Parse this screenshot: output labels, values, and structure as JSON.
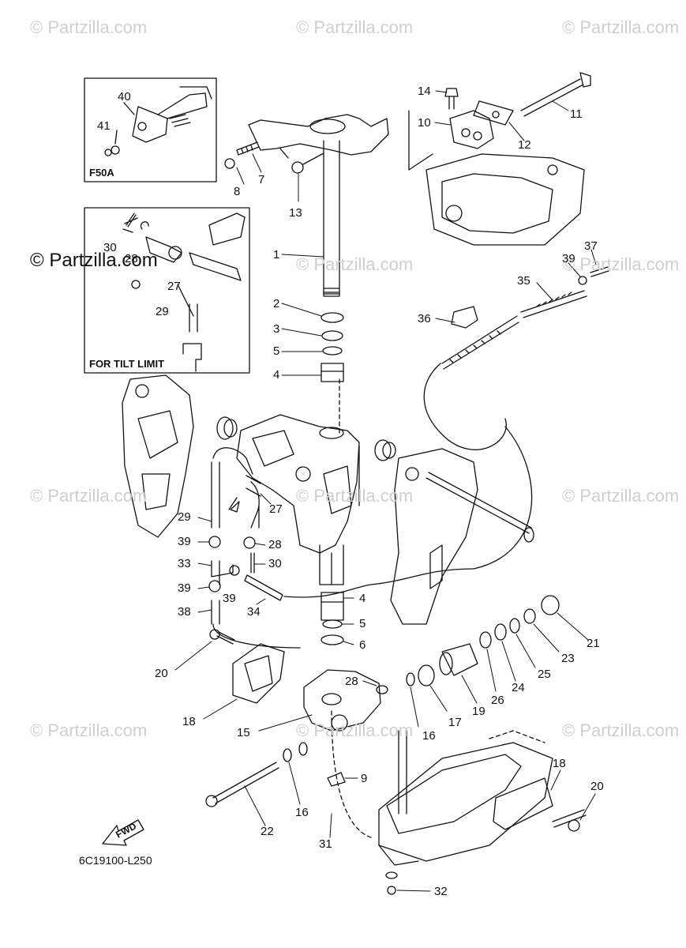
{
  "watermark": "© Partzilla.com",
  "inset_boxes": {
    "top": "F50A",
    "bottom": "FOR TILT LIMIT"
  },
  "fwd_label": "FWD",
  "diagram_code": "6C19100-L250",
  "callouts": [
    "40",
    "41",
    "F50A",
    "8",
    "7",
    "13",
    "14",
    "10",
    "12",
    "11",
    "30",
    "28",
    "27",
    "29",
    "1",
    "2",
    "3",
    "5",
    "4",
    "35",
    "39",
    "37",
    "36",
    "29",
    "39",
    "28",
    "33",
    "30",
    "39",
    "39",
    "38",
    "34",
    "27",
    "4",
    "5",
    "6",
    "20",
    "18",
    "15",
    "28",
    "16",
    "17",
    "19",
    "26",
    "24",
    "25",
    "23",
    "21",
    "9",
    "16",
    "22",
    "31",
    "18",
    "20",
    "32"
  ]
}
